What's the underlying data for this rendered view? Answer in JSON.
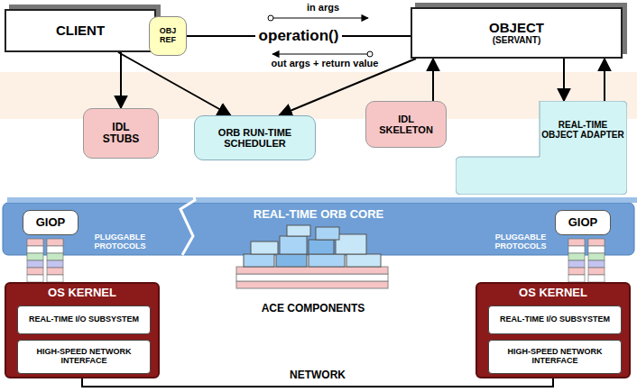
{
  "diagram": {
    "nodes": [
      {
        "text": [
          "CLIENT"
        ]
      },
      {
        "text": [
          "OBJ REF"
        ],
        "in": 0
      },
      {
        "text": [
          "OBJECT",
          "(SERVANT)"
        ]
      },
      {
        "text": [
          "IDL STUBS"
        ]
      },
      {
        "text": [
          "ORB RUN-TIME SCHEDULER"
        ]
      },
      {
        "text": [
          "IDL SKELETON"
        ]
      },
      {
        "text": [
          "REAL-TIME OBJECT ADAPTER"
        ]
      },
      {
        "text": [
          "REAL-TIME ORB CORE"
        ]
      },
      {
        "text": [
          "GIOP"
        ],
        "in": 7
      },
      {
        "text": [
          "GIOP"
        ],
        "in": 7
      },
      {
        "text": [
          "OS KERNEL"
        ]
      },
      {
        "text": [
          "REAL-TIME I/O SUBSYSTEM"
        ],
        "in": 10
      },
      {
        "text": [
          "HIGH-SPEED NETWORK INTERFACE"
        ],
        "in": 10
      },
      {
        "text": [
          "OS KERNEL"
        ]
      },
      {
        "text": [
          "REAL-TIME I/O SUBSYSTEM"
        ],
        "in": 13
      },
      {
        "text": [
          "HIGH-SPEED NETWORK INTERFACE"
        ],
        "in": 13
      }
    ],
    "edges": [
      {
        "from": 0,
        "to": 3,
        "arrow": "to"
      },
      {
        "from": 0,
        "to": 4,
        "arrow": "to"
      },
      {
        "from": 2,
        "to": 4,
        "arrow": "to"
      },
      {
        "from": 5,
        "to": 2,
        "arrow": "to"
      },
      {
        "from": 2,
        "to": 6,
        "arrow": "to"
      },
      {
        "from": 6,
        "to": 2,
        "arrow": "to"
      },
      {
        "from": 1,
        "to": 2,
        "label": "operation()",
        "arrow": "none"
      },
      {
        "from": 10,
        "to": 13,
        "label": "NETWORK",
        "arrow": "none"
      }
    ],
    "labels": [
      "in args",
      "out args + return value",
      "PLUGGABLE PROTOCOLS",
      "PLUGGABLE PROTOCOLS",
      "ACE COMPONENTS"
    ]
  }
}
